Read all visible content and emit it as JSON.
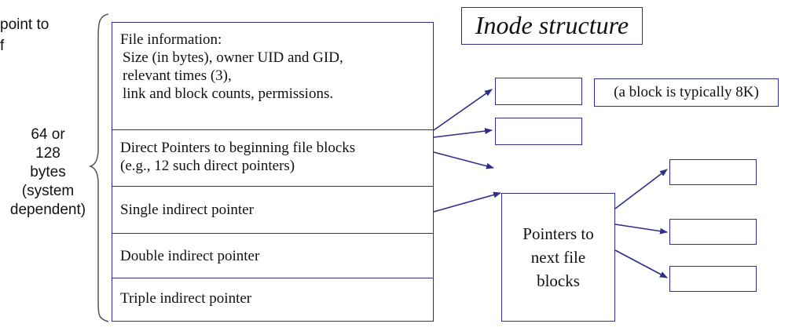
{
  "cut_text": [
    "point to",
    "f"
  ],
  "size_label": [
    "64 or",
    "128",
    "bytes",
    "(system",
    "dependent)"
  ],
  "title": "Inode structure",
  "inode_rows": {
    "file_info": {
      "heading": "File information:",
      "lines": [
        "Size (in bytes), owner UID and GID,",
        "relevant times (3),",
        "link and block counts, permissions."
      ]
    },
    "direct": {
      "lines": [
        "Direct Pointers to beginning file blocks",
        "(e.g., 12 such direct pointers)"
      ]
    },
    "single": "Single indirect pointer",
    "double": "Double indirect pointer",
    "triple": "Triple indirect pointer"
  },
  "block_note": "(a block is typically 8K)",
  "pointer_box": [
    "Pointers to",
    "next file",
    "blocks"
  ],
  "colors": {
    "line": "#2d2d8a",
    "text": "#111111"
  }
}
